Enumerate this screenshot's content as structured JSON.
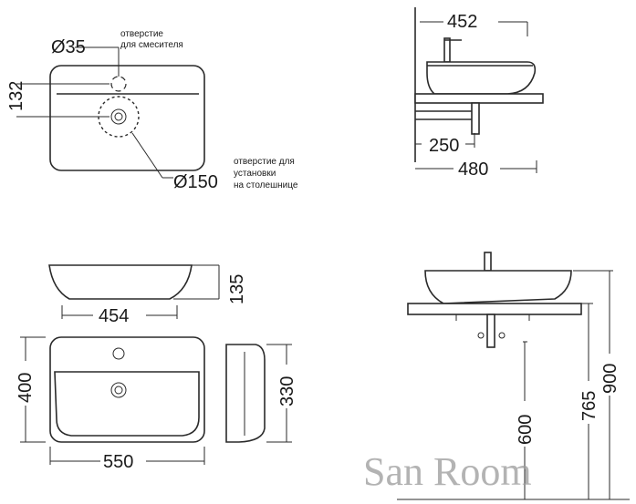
{
  "dimensions": {
    "mixer_hole": "Ø35",
    "mixer_hole_note": [
      "отверстие",
      "для смесителя"
    ],
    "height_132": "132",
    "counter_hole": "Ø150",
    "counter_hole_note": [
      "отверстие для",
      "установки",
      "на столешнице"
    ],
    "width_452": "452",
    "depth_250": "250",
    "width_480": "480",
    "height_135": "135",
    "width_454": "454",
    "depth_400": "400",
    "width_550": "550",
    "depth_330": "330",
    "height_600": "600",
    "height_765": "765",
    "height_900": "900"
  },
  "watermark": "San Room"
}
